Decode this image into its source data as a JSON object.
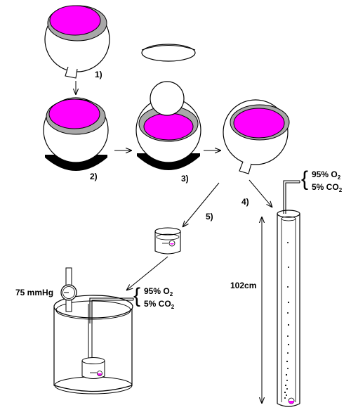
{
  "steps": {
    "s1": "1)",
    "s2": "2)",
    "s3": "3)",
    "s4": "4)",
    "s5": "5)"
  },
  "gas_top": {
    "o2": "95% O",
    "o2_sub": "2",
    "co2": "5% CO",
    "co2_sub": "2"
  },
  "gas_bottom": {
    "o2": "95% O",
    "o2_sub": "2",
    "co2": "5% CO",
    "co2_sub": "2"
  },
  "pressure": "75 mmHg",
  "column_height": "102cm",
  "colors": {
    "magenta": "#ff00ff",
    "rim": "#a8a8a8",
    "dark": "#000000",
    "line": "#000000"
  }
}
